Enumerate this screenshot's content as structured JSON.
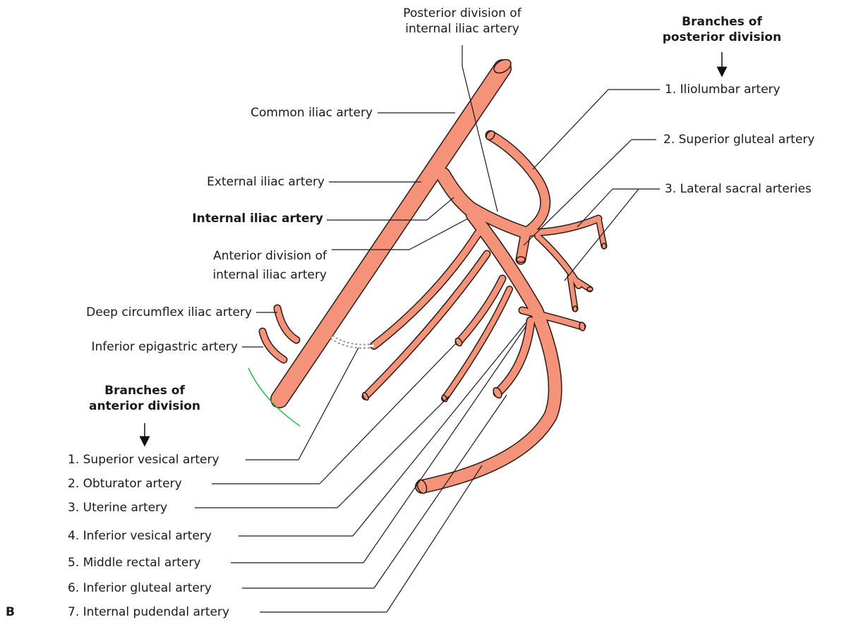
{
  "panel_letter": "B",
  "labels": {
    "posterior_division": "Posterior division of internal iliac artery",
    "branches_posterior_heading": "Branches of posterior division",
    "branches_anterior_heading": "Branches of anterior division",
    "common_iliac": "Common iliac artery",
    "external_iliac": "External iliac artery",
    "internal_iliac": "Internal iliac artery",
    "anterior_division": "Anterior division of internal iliac artery",
    "deep_circumflex": "Deep circumflex iliac artery",
    "inferior_epigastric": "Inferior epigastric artery"
  },
  "posterior_branches": [
    "1. Iliolumbar artery",
    "2. Superior gluteal artery",
    "3. Lateral sacral arteries"
  ],
  "anterior_branches": [
    "1. Superior vesical artery",
    "2. Obturator artery",
    "3. Uterine artery",
    "4. Inferior vesical artery",
    "5. Middle rectal artery",
    "6. Inferior gluteal artery",
    "7. Internal pudendal artery"
  ],
  "colors": {
    "artery_fill": "#F4937A",
    "artery_outline": "#2a1a14",
    "leader_line": "#1a1a1a",
    "peritoneum_line": "#2db84a"
  }
}
